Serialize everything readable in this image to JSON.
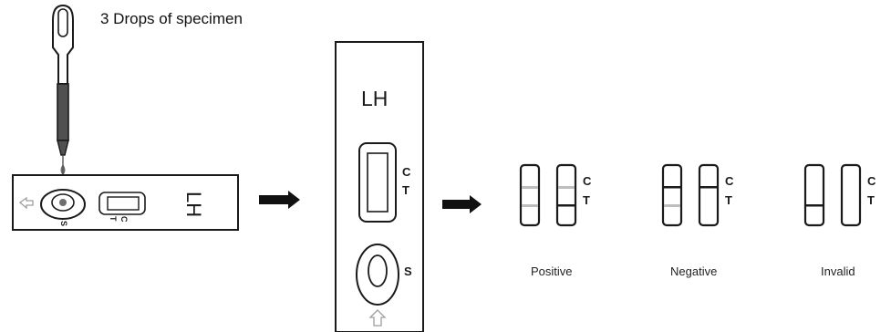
{
  "instruction": "3 Drops of specimen",
  "cassette": {
    "name": "LH",
    "control_mark": "C",
    "test_mark": "T",
    "sample_mark": "S"
  },
  "results": [
    {
      "label": "Positive",
      "control_mark": "C",
      "test_mark": "T"
    },
    {
      "label": "Negative",
      "control_mark": "C",
      "test_mark": "T"
    },
    {
      "label": "Invalid",
      "control_mark": "C",
      "test_mark": "T"
    }
  ],
  "colors": {
    "ink": "#1a1a1a",
    "faint_line": "#bdbdbd",
    "arrow": "#111111",
    "pointer": "#9e9e9e"
  }
}
